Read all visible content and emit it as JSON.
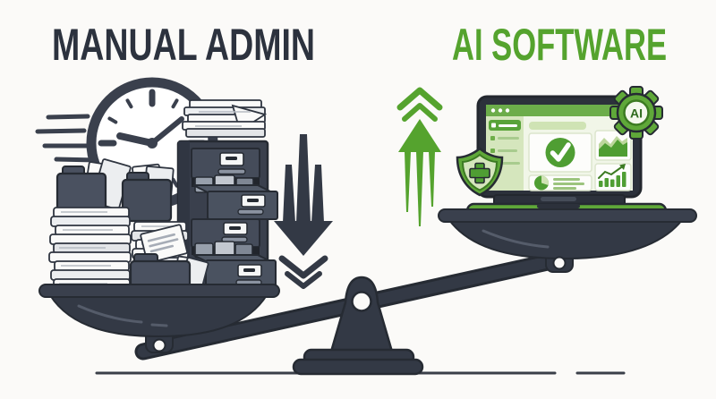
{
  "titles": {
    "left": "MANUAL ADMIN",
    "right": "AI SOFTWARE"
  },
  "laptop": {
    "ai_badge": "AI",
    "screen": {
      "window_dots": 3,
      "sidebar_items": 4,
      "widgets": [
        "check-circle",
        "pie-chart",
        "area-chart",
        "bar-chart"
      ]
    }
  },
  "scale_state": {
    "left_pan": "lowered",
    "right_pan": "raised"
  },
  "colors": {
    "background": "#fbfaf8",
    "title_left": "#2c323e",
    "title_right": "#55a32e",
    "ink": "#333945",
    "outline": "#262b33",
    "green": "#5fa839",
    "green_deep": "#4f9e33",
    "green_light": "#d5e6bd",
    "screen_bg": "#eef4e4",
    "paper": "#fafaf9",
    "ai_text": "#2f6b1f"
  },
  "icons": [
    "clock-icon",
    "speed-lines",
    "paper-stack",
    "folder-stack",
    "filing-cabinet-icon",
    "down-arrow-icon",
    "up-arrow-icon",
    "laptop",
    "shield-icon",
    "ai-gear-icon",
    "check-circle-icon",
    "pie-chart-icon",
    "area-chart-icon",
    "bar-chart-icon",
    "scale-beam",
    "left-scale-pan",
    "right-scale-pan",
    "scale-fulcrum",
    "ground-line"
  ]
}
